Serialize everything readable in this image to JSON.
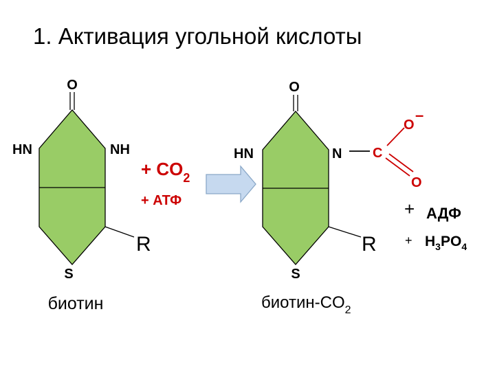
{
  "title": "1.  Активация угольной кислоты",
  "left_molecule": {
    "atom_top": "O",
    "atom_left": "HN",
    "atom_right": "NH",
    "atom_bottom": "S",
    "r_label": "R",
    "caption": "биотин"
  },
  "reagents": {
    "co2_prefix": "+ CO",
    "co2_sub": "2",
    "atp": "+ АТФ"
  },
  "right_molecule": {
    "atom_top": "O",
    "atom_left": "HN",
    "atom_right": "N",
    "atom_bottom": "S",
    "r_label": "R",
    "carbon": "C",
    "oxygen_minus": "O",
    "minus": "–",
    "oxygen_double": "O",
    "caption_main": "биотин-CO",
    "caption_sub": "2"
  },
  "products": {
    "adp_plus": "+",
    "adp": "АДФ",
    "phos_plus": "+",
    "phos_h": "H",
    "phos_sub3": "3",
    "phos_po": "PO",
    "phos_sub4": "4"
  },
  "colors": {
    "ring_fill": "#99cc66",
    "arrow_fill": "#c6d9ef",
    "arrow_stroke": "#8aa8c8",
    "reagent_red": "#cc0000"
  }
}
